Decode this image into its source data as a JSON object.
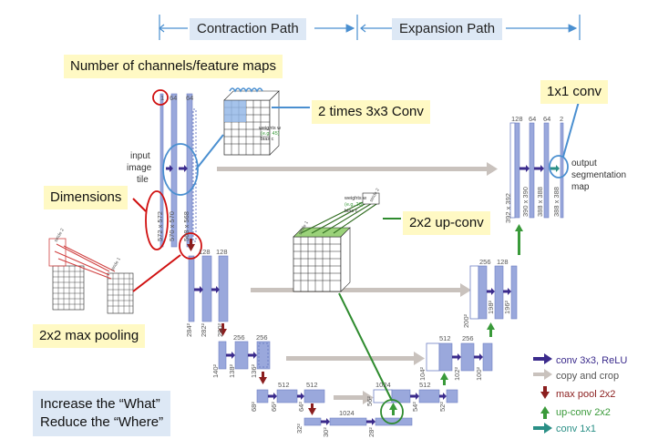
{
  "header": {
    "contraction": "Contraction Path",
    "expansion": "Expansion Path"
  },
  "callouts": {
    "channels": "Number of channels/feature maps",
    "conv": "2 times 3x3 Conv",
    "dimensions": "Dimensions",
    "upconv": "2x2 up-conv",
    "maxpool": "2x2 max pooling",
    "conv1x1": "1x1 conv"
  },
  "note": {
    "line1": "Increase the “What”",
    "line2": "Reduce the “Where”"
  },
  "network": {
    "input_label": [
      "input",
      "image",
      "tile"
    ],
    "output_label": [
      "output",
      "segmentation",
      "map"
    ],
    "channels_top": [
      "1",
      "64",
      "64"
    ],
    "dims_top": [
      "572 x 572",
      "570 x 570",
      "568 x 568"
    ],
    "level2_channels": [
      "128",
      "128"
    ],
    "level2_dims": [
      "284²",
      "282²",
      "280²"
    ],
    "level3_channels": [
      "256",
      "256"
    ],
    "level3_dims": [
      "140²",
      "138²",
      "136²"
    ],
    "level4_channels": [
      "512",
      "512"
    ],
    "level4_dims": [
      "68²",
      "66²",
      "64²"
    ],
    "bottom_channels": [
      "1024"
    ],
    "bottom_dims": [
      "32²",
      "30²",
      "28²"
    ],
    "up4_channels": [
      "1024",
      "512"
    ],
    "up4_dims": [
      "56²",
      "54²",
      "52²"
    ],
    "up3_channels": [
      "512",
      "256"
    ],
    "up3_dims": [
      "104²",
      "102²",
      "100²"
    ],
    "up2_channels": [
      "256",
      "128"
    ],
    "up2_dims": [
      "200²",
      "198²",
      "196²"
    ],
    "up1_channels": [
      "128",
      "64",
      "64",
      "2"
    ],
    "up1_dims": [
      "392 x 392",
      "390 x 390",
      "388 x 388",
      "388 x 388"
    ],
    "kernel_conv": [
      "weights w",
      "(e.g. 45)",
      "bias c"
    ],
    "kernel_up": [
      "weights w",
      "(e.g. 20)",
      "bias c"
    ],
    "stride_labels": [
      "stride 1",
      "stride 2"
    ]
  },
  "legend": {
    "items": [
      {
        "label": "conv 3x3, ReLU",
        "color": "#3b2b8c"
      },
      {
        "label": "copy and crop",
        "color": "#c9c2bd"
      },
      {
        "label": "max pool 2x2",
        "color": "#8b1e1e"
      },
      {
        "label": "up-conv 2x2",
        "color": "#3a9a3a"
      },
      {
        "label": "conv 1x1",
        "color": "#2a8f86"
      }
    ]
  },
  "colors": {
    "feature_map": "#9aa8dc",
    "feature_map_stroke": "#6f7fc4",
    "highlight_blue": "#4a8fd0",
    "highlight_red": "#d01010",
    "highlight_green": "#2e8b2e",
    "callout_bg": "#fff9c4",
    "label_bg": "#dde8f5"
  }
}
